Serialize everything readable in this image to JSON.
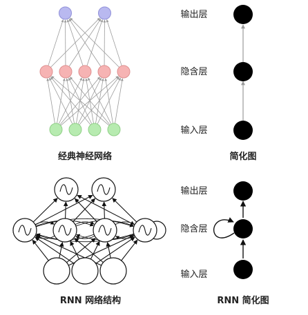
{
  "labels": {
    "output_layer": "输出层",
    "hidden_layer": "隐含层",
    "input_layer": "输入层"
  },
  "captions": {
    "classic_nn": "经典神经网络",
    "simplified": "简化图",
    "rnn_structure": "RNN 网络结构",
    "rnn_simplified": "RNN 简化图"
  },
  "colors": {
    "output_node": "#b9b9f0",
    "hidden_node": "#f6b3b3",
    "input_node": "#b7ebb0",
    "edge": "#9a9a9a",
    "black_node": "#000000"
  },
  "classic_nn": {
    "inputs": 4,
    "hidden": 5,
    "outputs": 2
  },
  "rnn": {
    "inputs": 3,
    "hidden": 4,
    "outputs": 2
  }
}
